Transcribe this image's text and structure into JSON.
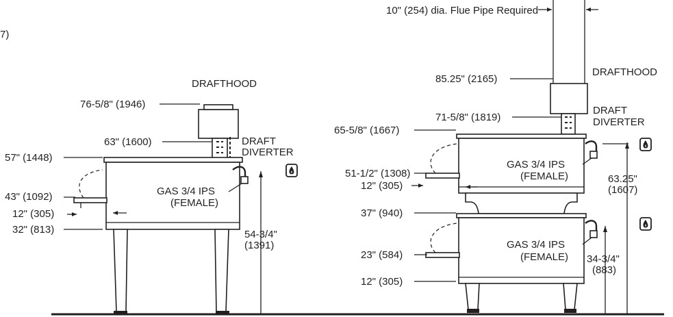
{
  "single_oven": {
    "labels": {
      "drafthood": "DRAFTHOOD",
      "draft": "DRAFT",
      "diverter": "DIVERTER",
      "h_76": "76-5/8\" (1946)",
      "h_63": "63\" (1600)",
      "h_57": "57\" (1448)",
      "h_43": "43\" (1092)",
      "h_12": "12\" (305)",
      "h_32": "32\" (813)",
      "gas_1": "GAS 3/4 IPS",
      "gas_2": "(FEMALE)",
      "gas_h_1": "54-3/4\"",
      "gas_h_2": "(1391)"
    }
  },
  "double_oven": {
    "labels": {
      "flue": "10\" (254) dia. Flue Pipe Required",
      "drafthood": "DRAFTHOOD",
      "draft": "DRAFT",
      "diverter": "DIVERTER",
      "h_85": "85.25\" (2165)",
      "h_71": "71-5/8\" (1819)",
      "h_65": "65-5/8\" (1667)",
      "h_51": "51-1/2\" (1308)",
      "h_12a": "12\" (305)",
      "h_37": "37\" (940)",
      "h_23": "23\" (584)",
      "h_12b": "12\" (305)",
      "gas_top_1": "GAS 3/4 IPS",
      "gas_top_2": "(FEMALE)",
      "gas_top_h_1": "63.25\"",
      "gas_top_h_2": "(1607)",
      "gas_bot_1": "GAS 3/4 IPS",
      "gas_bot_2": "(FEMALE)",
      "gas_bot_h_1": "34-3/4\"",
      "gas_bot_h_2": "(883)"
    }
  },
  "edge_fragment": "7)",
  "icons": {
    "gas": "gas-flame-icon"
  }
}
